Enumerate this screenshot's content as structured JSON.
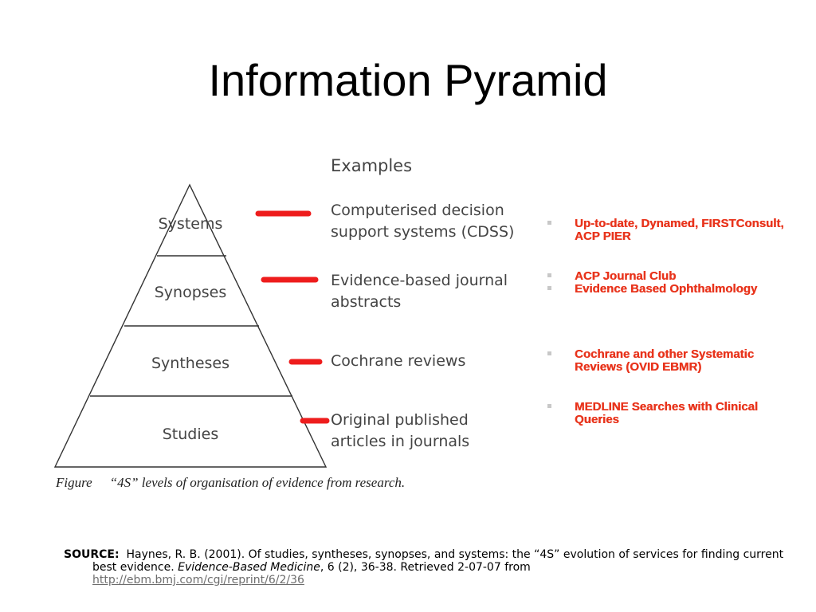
{
  "title": "Information Pyramid",
  "pyramid": {
    "levels": [
      "Systems",
      "Synopses",
      "Syntheses",
      "Studies"
    ]
  },
  "examples": {
    "header": "Examples",
    "items": [
      "Computerised decision\nsupport systems (CDSS)",
      "Evidence-based journal\nabstracts",
      "Cochrane reviews",
      "Original published\narticles in journals"
    ]
  },
  "figure_caption": {
    "label": "Figure",
    "text": "“4S” levels of organisation of evidence from research."
  },
  "resources": [
    "Up-to-date, Dynamed, FIRSTConsult, ACP PIER",
    "ACP Journal Club",
    "Evidence Based Ophthalmology",
    "Cochrane and other Systematic Reviews (OVID EBMR)",
    "MEDLINE Searches with Clinical Queries"
  ],
  "source": {
    "label": "SOURCE:",
    "citation": "Haynes, R. B. (2001). Of studies, syntheses, synopses, and systems: the “4S” evolution of services for finding current best evidence.",
    "journal": "Evidence-Based Medicine",
    "details": ", 6 (2), 36-38.  Retrieved 2-07-07 from",
    "url": "http://ebm.bmj.com/cgi/reprint/6/2/36"
  },
  "colors": {
    "connector_red": "#ee1c1c",
    "resource_red": "#e8341c"
  }
}
